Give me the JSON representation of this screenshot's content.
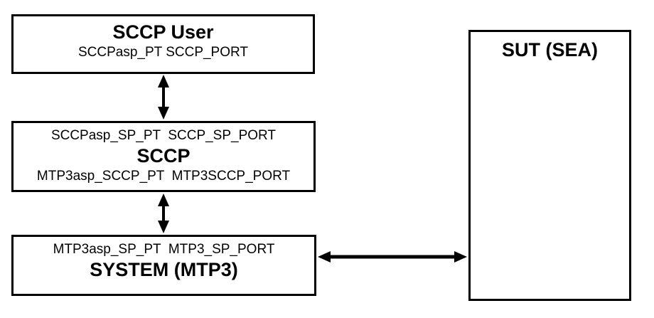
{
  "diagram": {
    "background": "#ffffff",
    "border_color": "#000000",
    "text_color": "#000000",
    "boxes": {
      "sccp_user": {
        "title": "SCCP User",
        "ports": "SCCPasp_PT SCCP_PORT"
      },
      "sccp": {
        "top_ports": "SCCPasp_SP_PT  SCCP_SP_PORT",
        "title": "SCCP",
        "bottom_ports": "MTP3asp_SCCP_PT  MTP3SCCP_PORT"
      },
      "system_mtp3": {
        "ports": "MTP3asp_SP_PT  MTP3_SP_PORT",
        "title": "SYSTEM (MTP3)"
      },
      "sut": {
        "title": "SUT (SEA)"
      }
    },
    "arrows": [
      {
        "name": "sccp-user-to-sccp",
        "type": "vertical-double-arrow"
      },
      {
        "name": "sccp-to-system-mtp3",
        "type": "vertical-double-arrow"
      },
      {
        "name": "system-mtp3-to-sut",
        "type": "horizontal-double-arrow"
      }
    ]
  }
}
